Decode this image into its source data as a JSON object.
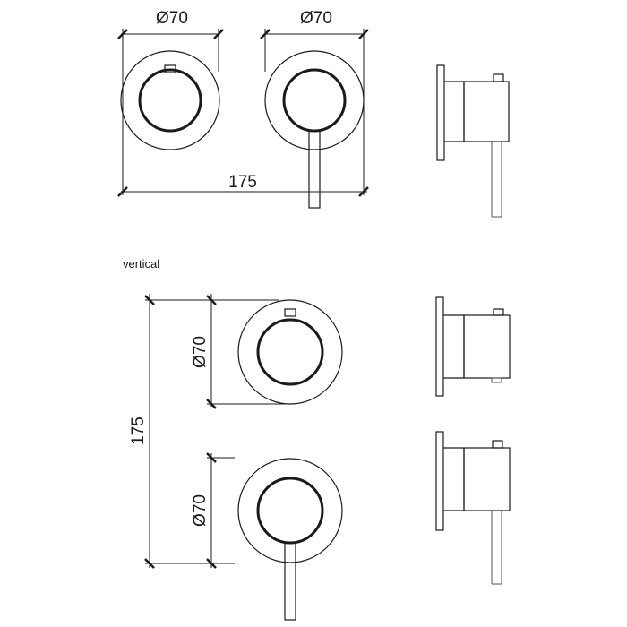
{
  "labels": {
    "diameter_top_left": "Ø70",
    "diameter_top_right": "Ø70",
    "width_horizontal": "175",
    "section_vertical": "vertical",
    "diameter_vertical_top": "Ø70",
    "diameter_vertical_bottom": "Ø70",
    "height_vertical": "175"
  },
  "colors": {
    "line": "#1a1a1a",
    "background": "#ffffff"
  }
}
